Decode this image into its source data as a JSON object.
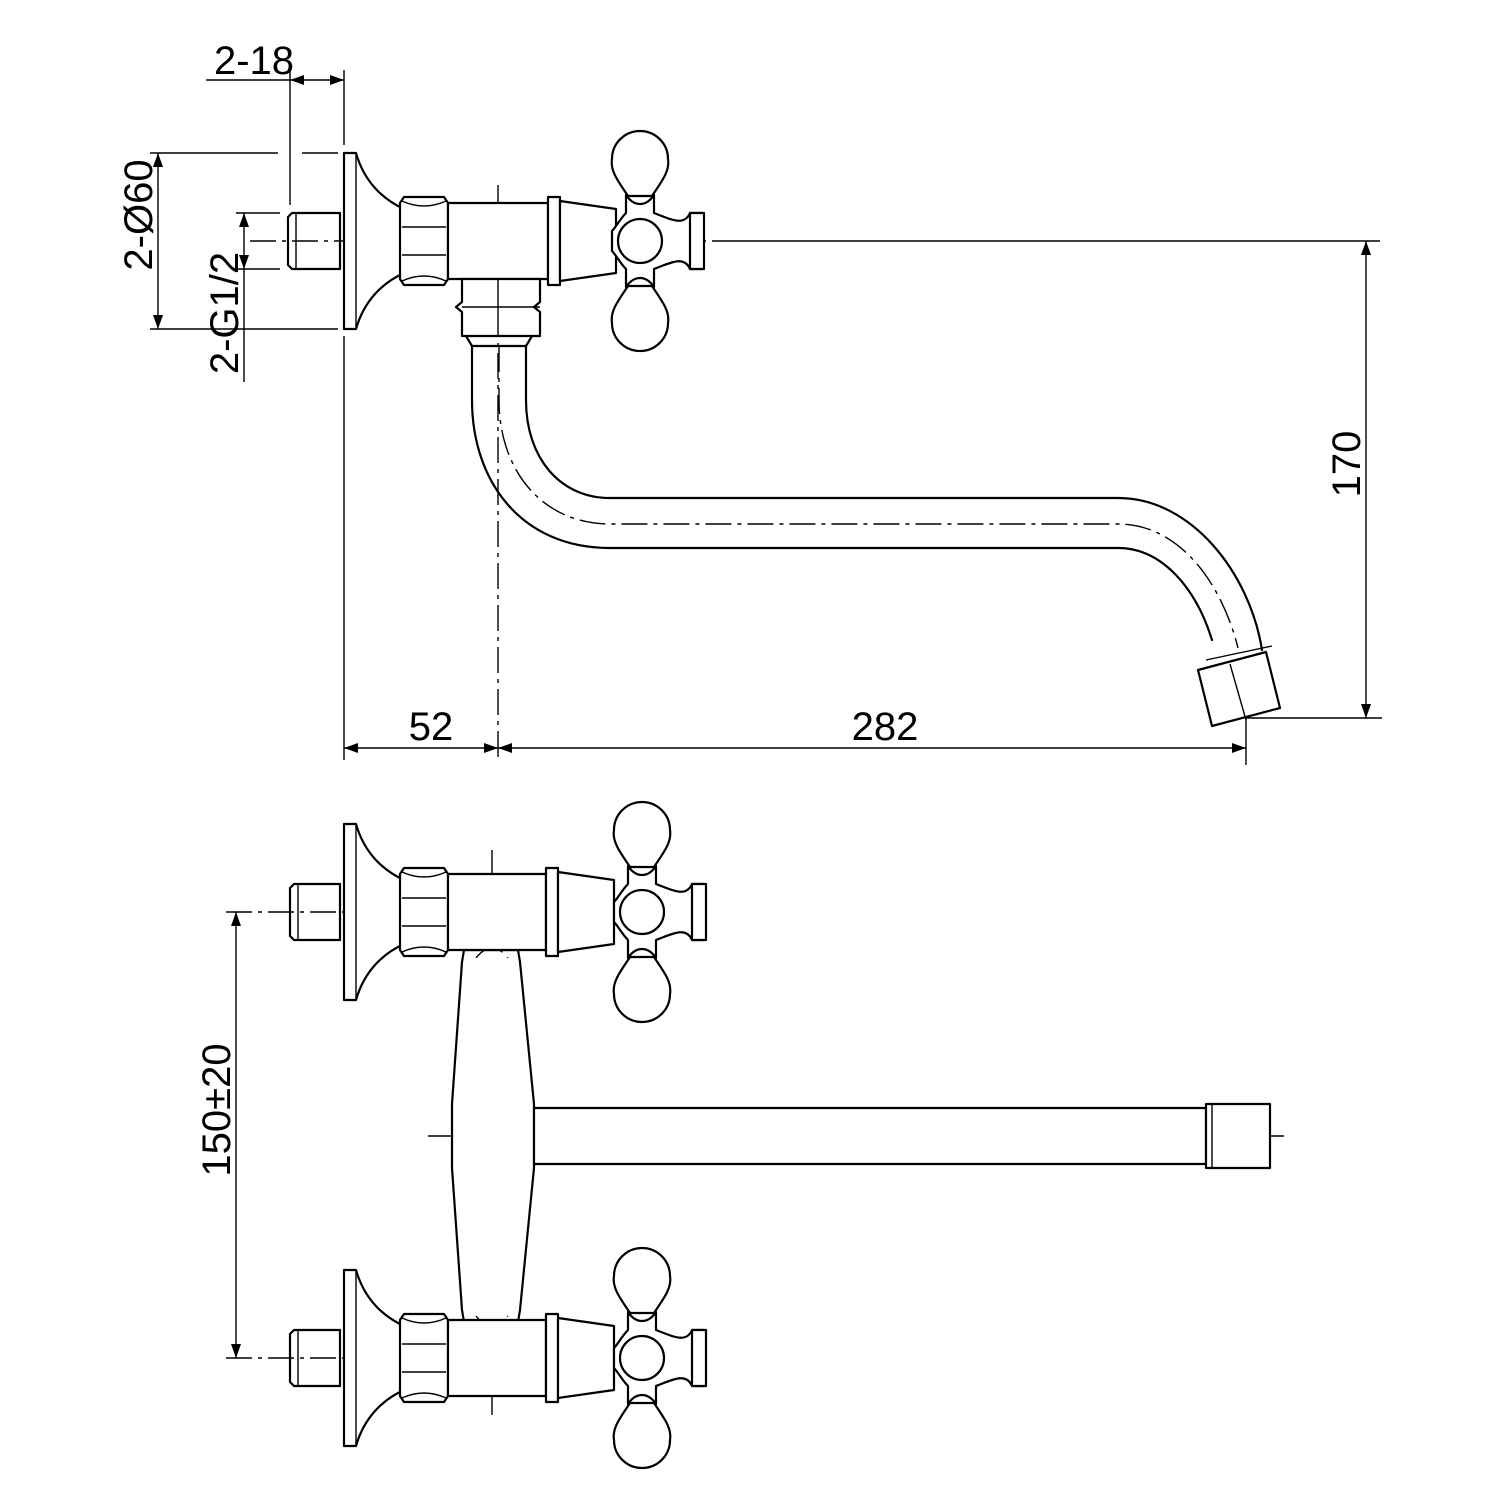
{
  "dimensions": {
    "thread_length": "2-18",
    "flange_diameter": "2-Ø60",
    "thread_size": "2-G1/2",
    "wall_offset": "52",
    "spout_reach": "282",
    "spout_height": "170",
    "center_distance": "150±20"
  }
}
